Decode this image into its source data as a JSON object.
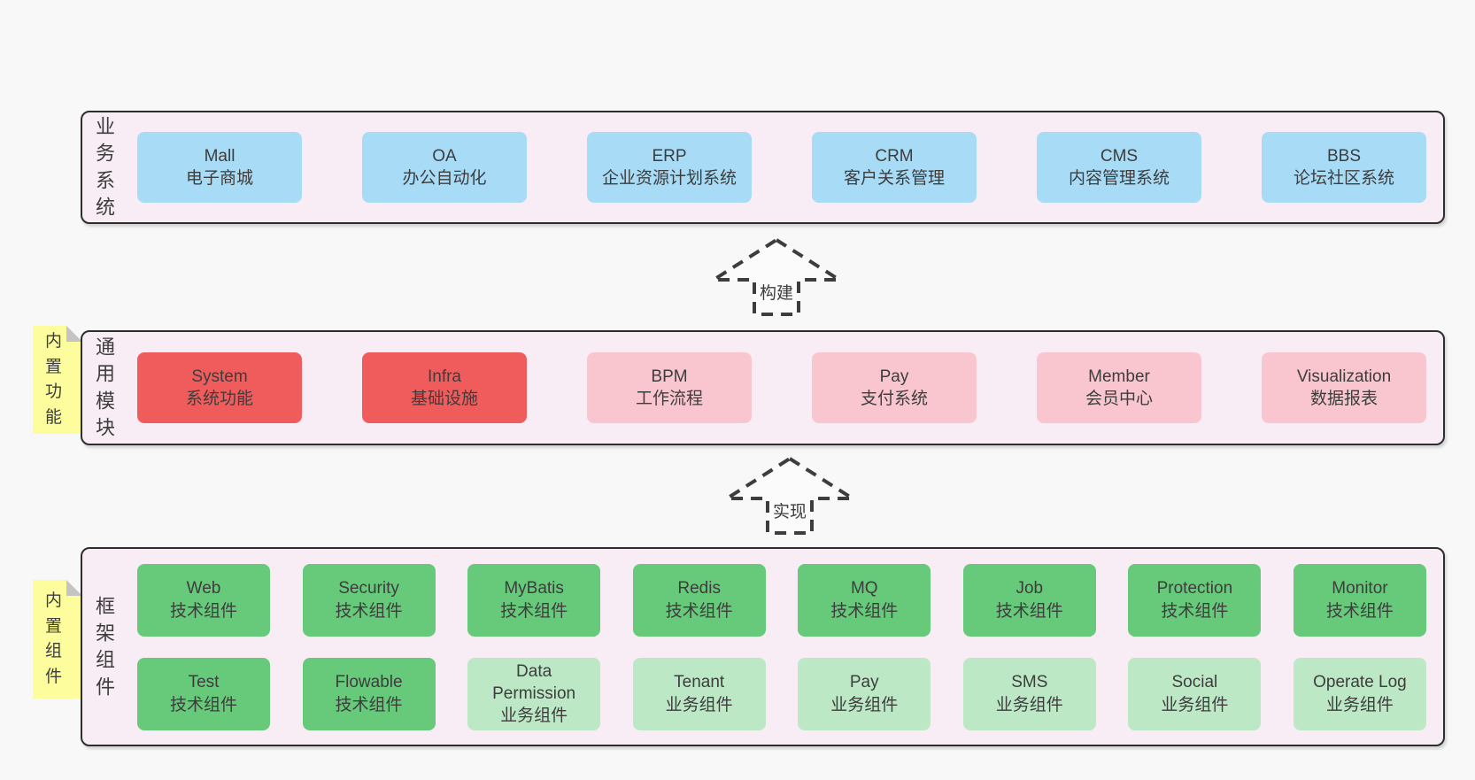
{
  "colors": {
    "page-bg": "#f8f8f8",
    "band-bg": "#f8ecf5",
    "band-border": "#2e2e2e",
    "blue": "#a8dbf5",
    "red": "#f05c5c",
    "pink": "#f9c6cf",
    "green": "#67c97a",
    "green-light": "#bce8c6",
    "yellow": "#fdfd9d",
    "fold": "#c4c4c4",
    "text": "#3d3d3d",
    "arrow-fill": "#fbfbfb"
  },
  "bands": [
    {
      "label": "业务系统",
      "rows": [
        [
          {
            "title": "Mall",
            "subtitle": "电子商城"
          },
          {
            "title": "OA",
            "subtitle": "办公自动化"
          },
          {
            "title": "ERP",
            "subtitle": "企业资源计划系统"
          },
          {
            "title": "CRM",
            "subtitle": "客户关系管理"
          },
          {
            "title": "CMS",
            "subtitle": "内容管理系统"
          },
          {
            "title": "BBS",
            "subtitle": "论坛社区系统"
          }
        ]
      ]
    },
    {
      "label": "通用模块",
      "sticky": "内置功能",
      "rows": [
        [
          {
            "title": "System",
            "subtitle": "系统功能"
          },
          {
            "title": "Infra",
            "subtitle": "基础设施"
          },
          {
            "title": "BPM",
            "subtitle": "工作流程"
          },
          {
            "title": "Pay",
            "subtitle": "支付系统"
          },
          {
            "title": "Member",
            "subtitle": "会员中心"
          },
          {
            "title": "Visualization",
            "subtitle": "数据报表"
          }
        ]
      ]
    },
    {
      "label": "框架组件",
      "sticky": "内置组件",
      "rows": [
        [
          {
            "title": "Web",
            "subtitle": "技术组件"
          },
          {
            "title": "Security",
            "subtitle": "技术组件"
          },
          {
            "title": "MyBatis",
            "subtitle": "技术组件"
          },
          {
            "title": "Redis",
            "subtitle": "技术组件"
          },
          {
            "title": "MQ",
            "subtitle": "技术组件"
          },
          {
            "title": "Job",
            "subtitle": "技术组件"
          },
          {
            "title": "Protection",
            "subtitle": "技术组件"
          },
          {
            "title": "Monitor",
            "subtitle": "技术组件"
          }
        ],
        [
          {
            "title": "Test",
            "subtitle": "技术组件"
          },
          {
            "title": "Flowable",
            "subtitle": "技术组件"
          },
          {
            "title": "Data Permission",
            "subtitle": "业务组件"
          },
          {
            "title": "Tenant",
            "subtitle": "业务组件"
          },
          {
            "title": "Pay",
            "subtitle": "业务组件"
          },
          {
            "title": "SMS",
            "subtitle": "业务组件"
          },
          {
            "title": "Social",
            "subtitle": "业务组件"
          },
          {
            "title": "Operate Log",
            "subtitle": "业务组件"
          }
        ]
      ]
    }
  ],
  "arrows": [
    {
      "label": "构建"
    },
    {
      "label": "实现"
    }
  ]
}
